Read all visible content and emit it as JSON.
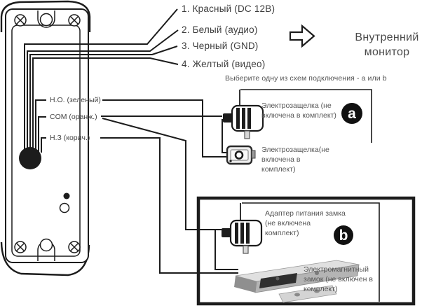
{
  "colors": {
    "line": "#1c1c1c",
    "text_primary": "#3d3d3d",
    "text_secondary": "#555555",
    "badge_bg": "#111111",
    "badge_text": "#ffffff"
  },
  "wire_labels": [
    {
      "text": "1. Красный (DC 12В)"
    },
    {
      "text": "2. Белый (аудио)"
    },
    {
      "text": "3. Черный (GND)"
    },
    {
      "text": "4. Желтый (видео)"
    }
  ],
  "terminal_labels": [
    {
      "text": "Н.О. (зеленый)"
    },
    {
      "text": "COM (оранж.)"
    },
    {
      "text": "Н.З (корич.)"
    }
  ],
  "monitor_lines": [
    "Внутренний",
    "монитор"
  ],
  "instruction": "Выберите одну из схем подключения - a или b",
  "scheme_a": {
    "badge": "a",
    "item1_lines": [
      "Электрозащелка (не",
      "включена в комплект)"
    ],
    "item2_lines": [
      "Электрозащелка(не",
      "включена в",
      "комплект)"
    ]
  },
  "scheme_b": {
    "badge": "b",
    "item1_lines": [
      "Адаптер питания замка",
      "(не включена",
      "комплект)"
    ],
    "item2_lines": [
      "Электромагнитный",
      "замок (не включен в",
      "комплект)"
    ]
  }
}
